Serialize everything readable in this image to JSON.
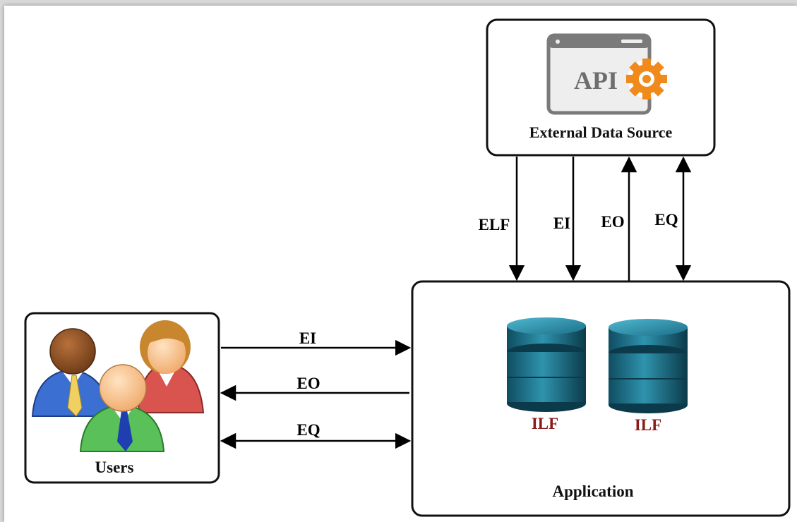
{
  "external_source": {
    "label": "External Data Source",
    "api_text": "API"
  },
  "users": {
    "label": "Users"
  },
  "application": {
    "label": "Application",
    "stores": [
      {
        "label": "ILF"
      },
      {
        "label": "ILF"
      }
    ]
  },
  "flows_external": [
    {
      "label": "ELF",
      "direction": "down"
    },
    {
      "label": "EI",
      "direction": "down"
    },
    {
      "label": "EO",
      "direction": "up"
    },
    {
      "label": "EQ",
      "direction": "both"
    }
  ],
  "flows_users": [
    {
      "label": "EI",
      "direction": "right"
    },
    {
      "label": "EO",
      "direction": "left"
    },
    {
      "label": "EQ",
      "direction": "both"
    }
  ],
  "colors": {
    "api_orange": "#f08a1c",
    "api_gray": "#7a7a7a",
    "db_teal": "#2a7f98",
    "ilf_red": "#8b1a1a"
  }
}
